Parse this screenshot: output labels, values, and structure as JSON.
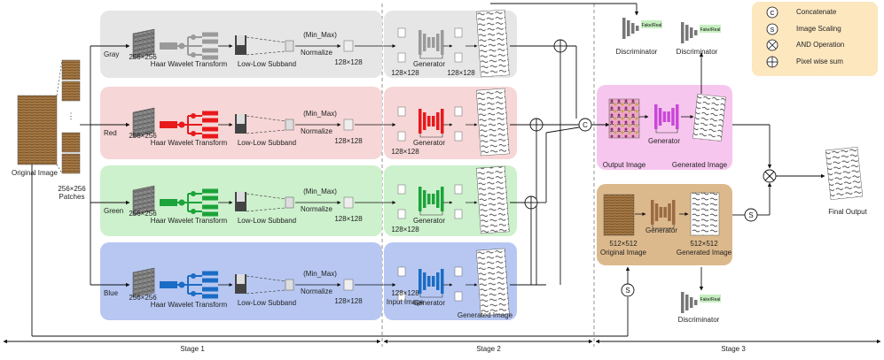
{
  "inputs": {
    "original_image": "Original Image",
    "patches_size": "256×256",
    "patches": "Patches"
  },
  "rows": [
    {
      "channel": "Gray",
      "size": "256×256",
      "transform": "Haar Wavelet Transform",
      "subband": "Low-Low Subband",
      "minmax": "(Min_Max)",
      "normalize": "Normalize",
      "out_size": "128×128"
    },
    {
      "channel": "Red",
      "size": "256×256",
      "transform": "Haar Wavelet Transform",
      "subband": "Low-Low Subband",
      "minmax": "(Min_Max)",
      "normalize": "Normalize",
      "out_size": "128×128"
    },
    {
      "channel": "Green",
      "size": "256×256",
      "transform": "Haar Wavelet Transform",
      "subband": "Low-Low Subband",
      "minmax": "(Min_Max)",
      "normalize": "Normalize",
      "out_size": "128×128"
    },
    {
      "channel": "Blue",
      "size": "256×256",
      "transform": "Haar Wavelet Transform",
      "subband": "Low-Low Subband",
      "minmax": "(Min_Max)",
      "normalize": "Normalize",
      "out_size": "128×128"
    }
  ],
  "stage2": {
    "generator": "Generator",
    "in_size": "128×128",
    "out_size": "128×128",
    "input_image": "Input Image",
    "generated_image": "Generated Image"
  },
  "stage3": {
    "output_image": "Output Image",
    "generator": "Generator",
    "generated_image": "Generated Image",
    "size_512": "512×512",
    "original_image": "Original Image",
    "final_output": "Final Output",
    "discriminator": "Discriminator",
    "fake_real": "Fake/Real"
  },
  "legend": {
    "c_symbol": "C",
    "s_symbol": "S",
    "concatenate": "Concatenate",
    "image_scaling": "Image Scaling",
    "and_operation": "AND Operation",
    "pixel_sum": "Pixel wise sum"
  },
  "stages": [
    "Stage 1",
    "Stage 2",
    "Stage 3"
  ],
  "colors": {
    "gray_row": "#e6e6e6",
    "red_row": "#f6d6d6",
    "green_row": "#cdf0cd",
    "blue_row": "#b7c7f2",
    "pink_box": "#f7c6ee",
    "tan_box": "#dcb98c",
    "legend_box": "#fde7bf",
    "red_block": "#e8191c",
    "green_block": "#1ca33a",
    "blue_block": "#1b6cc4",
    "gray_block": "#9a9a9a",
    "magenta_block": "#c848d8",
    "brown_block": "#9b6a43",
    "fake_real_bg": "#c6efc0"
  }
}
